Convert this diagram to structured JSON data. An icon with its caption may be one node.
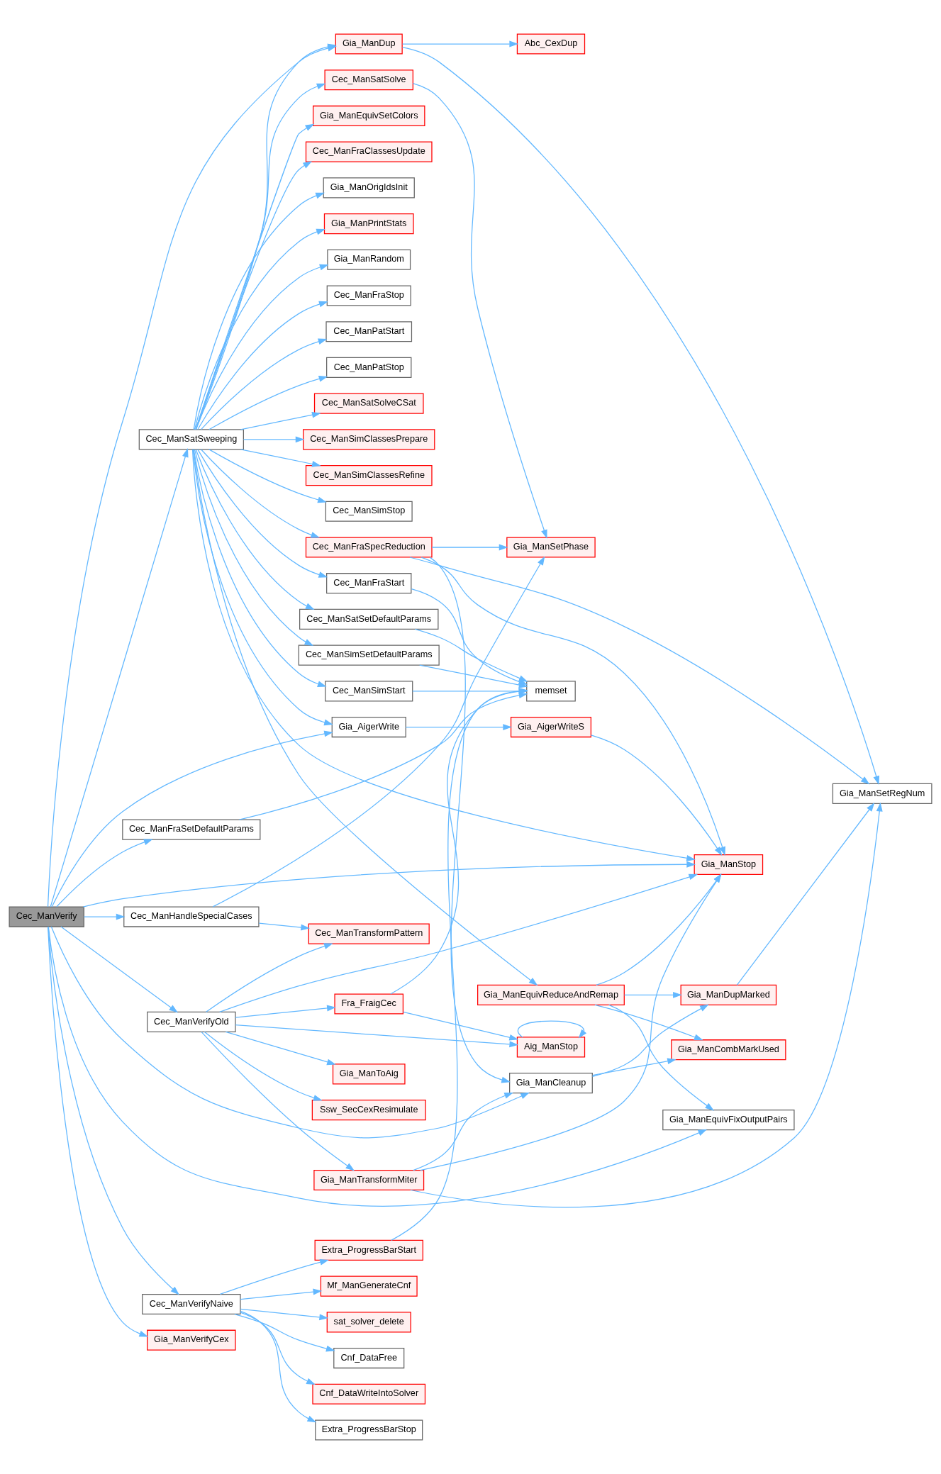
{
  "diagram": {
    "nodes": [
      {
        "text": [
          "Cec_ManVerify"
        ]
      },
      {
        "text": [
          "Cec_ManSatSweeping"
        ]
      },
      {
        "text": [
          "Gia_ManDup"
        ]
      },
      {
        "text": [
          "Abc_CexDup"
        ]
      },
      {
        "text": [
          "Cec_ManSatSolve"
        ]
      },
      {
        "text": [
          "Gia_ManEquivSetColors"
        ]
      },
      {
        "text": [
          "Cec_ManFraClassesUpdate"
        ]
      },
      {
        "text": [
          "Gia_ManOrigIdsInit"
        ]
      },
      {
        "text": [
          "Gia_ManPrintStats"
        ]
      },
      {
        "text": [
          "Gia_ManRandom"
        ]
      },
      {
        "text": [
          "Cec_ManFraStop"
        ]
      },
      {
        "text": [
          "Cec_ManPatStart"
        ]
      },
      {
        "text": [
          "Cec_ManPatStop"
        ]
      },
      {
        "text": [
          "Cec_ManSatSolveCSat"
        ]
      },
      {
        "text": [
          "Cec_ManSimClassesPrepare"
        ]
      },
      {
        "text": [
          "Cec_ManSimClassesRefine"
        ]
      },
      {
        "text": [
          "Cec_ManSimStop"
        ]
      },
      {
        "text": [
          "Gia_ManSetPhase"
        ]
      },
      {
        "text": [
          "Cec_ManFraSpecReduction"
        ]
      },
      {
        "text": [
          "Cec_ManFraStart"
        ]
      },
      {
        "text": [
          "Cec_ManSatSetDefaultParams"
        ]
      },
      {
        "text": [
          "Cec_ManSimSetDefaultParams"
        ]
      },
      {
        "text": [
          "Cec_ManSimStart"
        ]
      },
      {
        "text": [
          "memset"
        ]
      },
      {
        "text": [
          "Cec_ManFraSetDefaultParams"
        ]
      },
      {
        "text": [
          "Gia_AigerWrite"
        ]
      },
      {
        "text": [
          "Gia_AigerWriteS"
        ]
      },
      {
        "text": [
          "Gia_ManStop"
        ]
      },
      {
        "text": [
          "Gia_ManSetRegNum"
        ]
      },
      {
        "text": [
          "Fra_FraigCec"
        ]
      },
      {
        "text": [
          "Cec_ManHandleSpecialCases"
        ]
      },
      {
        "text": [
          "Aig_ManStop"
        ]
      },
      {
        "text": [
          "Cec_ManTransformPattern"
        ]
      },
      {
        "text": [
          "Cec_ManVerifyOld"
        ]
      },
      {
        "text": [
          "Gia_ManToAig"
        ]
      },
      {
        "text": [
          "Ssw_SecCexResimulate"
        ]
      },
      {
        "text": [
          "Gia_ManEquivReduceAndRemap"
        ]
      },
      {
        "text": [
          "Gia_ManDupMarked"
        ]
      },
      {
        "text": [
          "Extra_ProgressBarStart"
        ]
      },
      {
        "text": [
          "Gia_ManCleanup"
        ]
      },
      {
        "text": [
          "Gia_ManCombMarkUsed"
        ]
      },
      {
        "text": [
          "Gia_ManTransformMiter"
        ]
      },
      {
        "text": [
          "Mf_ManGenerateCnf"
        ]
      },
      {
        "text": [
          "sat_solver_delete"
        ]
      },
      {
        "text": [
          "Cnf_DataFree"
        ]
      },
      {
        "text": [
          "Gia_ManEquivFixOutputPairs"
        ]
      },
      {
        "text": [
          "Cnf_DataWriteIntoSolver"
        ]
      },
      {
        "text": [
          "Extra_ProgressBarStop"
        ]
      },
      {
        "text": [
          "Cec_ManVerifyNaive"
        ]
      },
      {
        "text": [
          "Gia_ManVerifyCex"
        ]
      }
    ],
    "edges": [
      {
        "from": 0,
        "to": 2,
        "arrow": "to"
      },
      {
        "from": 0,
        "to": 1,
        "arrow": "to"
      },
      {
        "from": 0,
        "to": 24,
        "arrow": "to"
      },
      {
        "from": 0,
        "to": 25,
        "arrow": "to"
      },
      {
        "from": 0,
        "to": 27,
        "arrow": "to"
      },
      {
        "from": 0,
        "to": 30,
        "arrow": "to"
      },
      {
        "from": 0,
        "to": 33,
        "arrow": "to"
      },
      {
        "from": 0,
        "to": 39,
        "arrow": "to"
      },
      {
        "from": 0,
        "to": 48,
        "arrow": "to"
      },
      {
        "from": 0,
        "to": 45,
        "arrow": "to"
      },
      {
        "from": 0,
        "to": 49,
        "arrow": "to"
      },
      {
        "from": 1,
        "to": 2,
        "arrow": "to"
      },
      {
        "from": 1,
        "to": 4,
        "arrow": "to"
      },
      {
        "from": 1,
        "to": 5,
        "arrow": "to"
      },
      {
        "from": 1,
        "to": 6,
        "arrow": "to"
      },
      {
        "from": 1,
        "to": 7,
        "arrow": "to"
      },
      {
        "from": 1,
        "to": 8,
        "arrow": "to"
      },
      {
        "from": 1,
        "to": 9,
        "arrow": "to"
      },
      {
        "from": 1,
        "to": 10,
        "arrow": "to"
      },
      {
        "from": 1,
        "to": 11,
        "arrow": "to"
      },
      {
        "from": 1,
        "to": 12,
        "arrow": "to"
      },
      {
        "from": 1,
        "to": 13,
        "arrow": "to"
      },
      {
        "from": 1,
        "to": 14,
        "arrow": "to"
      },
      {
        "from": 1,
        "to": 15,
        "arrow": "to"
      },
      {
        "from": 1,
        "to": 16,
        "arrow": "to"
      },
      {
        "from": 1,
        "to": 18,
        "arrow": "to"
      },
      {
        "from": 1,
        "to": 19,
        "arrow": "to"
      },
      {
        "from": 1,
        "to": 20,
        "arrow": "to"
      },
      {
        "from": 1,
        "to": 21,
        "arrow": "to"
      },
      {
        "from": 1,
        "to": 22,
        "arrow": "to"
      },
      {
        "from": 1,
        "to": 25,
        "arrow": "to"
      },
      {
        "from": 1,
        "to": 27,
        "arrow": "to"
      },
      {
        "from": 1,
        "to": 36,
        "arrow": "to"
      },
      {
        "from": 2,
        "to": 3,
        "arrow": "to"
      },
      {
        "from": 2,
        "to": 28,
        "arrow": "to"
      },
      {
        "from": 4,
        "to": 17,
        "arrow": "to"
      },
      {
        "from": 18,
        "to": 17,
        "arrow": "to"
      },
      {
        "from": 18,
        "to": 27,
        "arrow": "to"
      },
      {
        "from": 18,
        "to": 28,
        "arrow": "to"
      },
      {
        "from": 18,
        "to": 39,
        "arrow": "to"
      },
      {
        "from": 19,
        "to": 23,
        "arrow": "to"
      },
      {
        "from": 20,
        "to": 23,
        "arrow": "to"
      },
      {
        "from": 21,
        "to": 23,
        "arrow": "to"
      },
      {
        "from": 22,
        "to": 23,
        "arrow": "to"
      },
      {
        "from": 24,
        "to": 23,
        "arrow": "to"
      },
      {
        "from": 25,
        "to": 26,
        "arrow": "to"
      },
      {
        "from": 26,
        "to": 27,
        "arrow": "to"
      },
      {
        "from": 29,
        "to": 23,
        "arrow": "to"
      },
      {
        "from": 29,
        "to": 31,
        "arrow": "to"
      },
      {
        "from": 30,
        "to": 17,
        "arrow": "to"
      },
      {
        "from": 30,
        "to": 32,
        "arrow": "to"
      },
      {
        "from": 31,
        "to": 31,
        "arrow": "to"
      },
      {
        "from": 33,
        "to": 29,
        "arrow": "to"
      },
      {
        "from": 33,
        "to": 32,
        "arrow": "to"
      },
      {
        "from": 33,
        "to": 31,
        "arrow": "to"
      },
      {
        "from": 33,
        "to": 27,
        "arrow": "to"
      },
      {
        "from": 33,
        "to": 34,
        "arrow": "to"
      },
      {
        "from": 33,
        "to": 35,
        "arrow": "to"
      },
      {
        "from": 33,
        "to": 41,
        "arrow": "to"
      },
      {
        "from": 36,
        "to": 27,
        "arrow": "to"
      },
      {
        "from": 36,
        "to": 37,
        "arrow": "to"
      },
      {
        "from": 36,
        "to": 40,
        "arrow": "to"
      },
      {
        "from": 36,
        "to": 45,
        "arrow": "to"
      },
      {
        "from": 37,
        "to": 28,
        "arrow": "to"
      },
      {
        "from": 38,
        "to": 23,
        "arrow": "to"
      },
      {
        "from": 39,
        "to": 37,
        "arrow": "to"
      },
      {
        "from": 39,
        "to": 40,
        "arrow": "to"
      },
      {
        "from": 41,
        "to": 27,
        "arrow": "to"
      },
      {
        "from": 41,
        "to": 39,
        "arrow": "to"
      },
      {
        "from": 41,
        "to": 28,
        "arrow": "to"
      },
      {
        "from": 48,
        "to": 38,
        "arrow": "to"
      },
      {
        "from": 48,
        "to": 42,
        "arrow": "to"
      },
      {
        "from": 48,
        "to": 43,
        "arrow": "to"
      },
      {
        "from": 48,
        "to": 44,
        "arrow": "to"
      },
      {
        "from": 48,
        "to": 46,
        "arrow": "to"
      },
      {
        "from": 48,
        "to": 47,
        "arrow": "to"
      }
    ]
  }
}
